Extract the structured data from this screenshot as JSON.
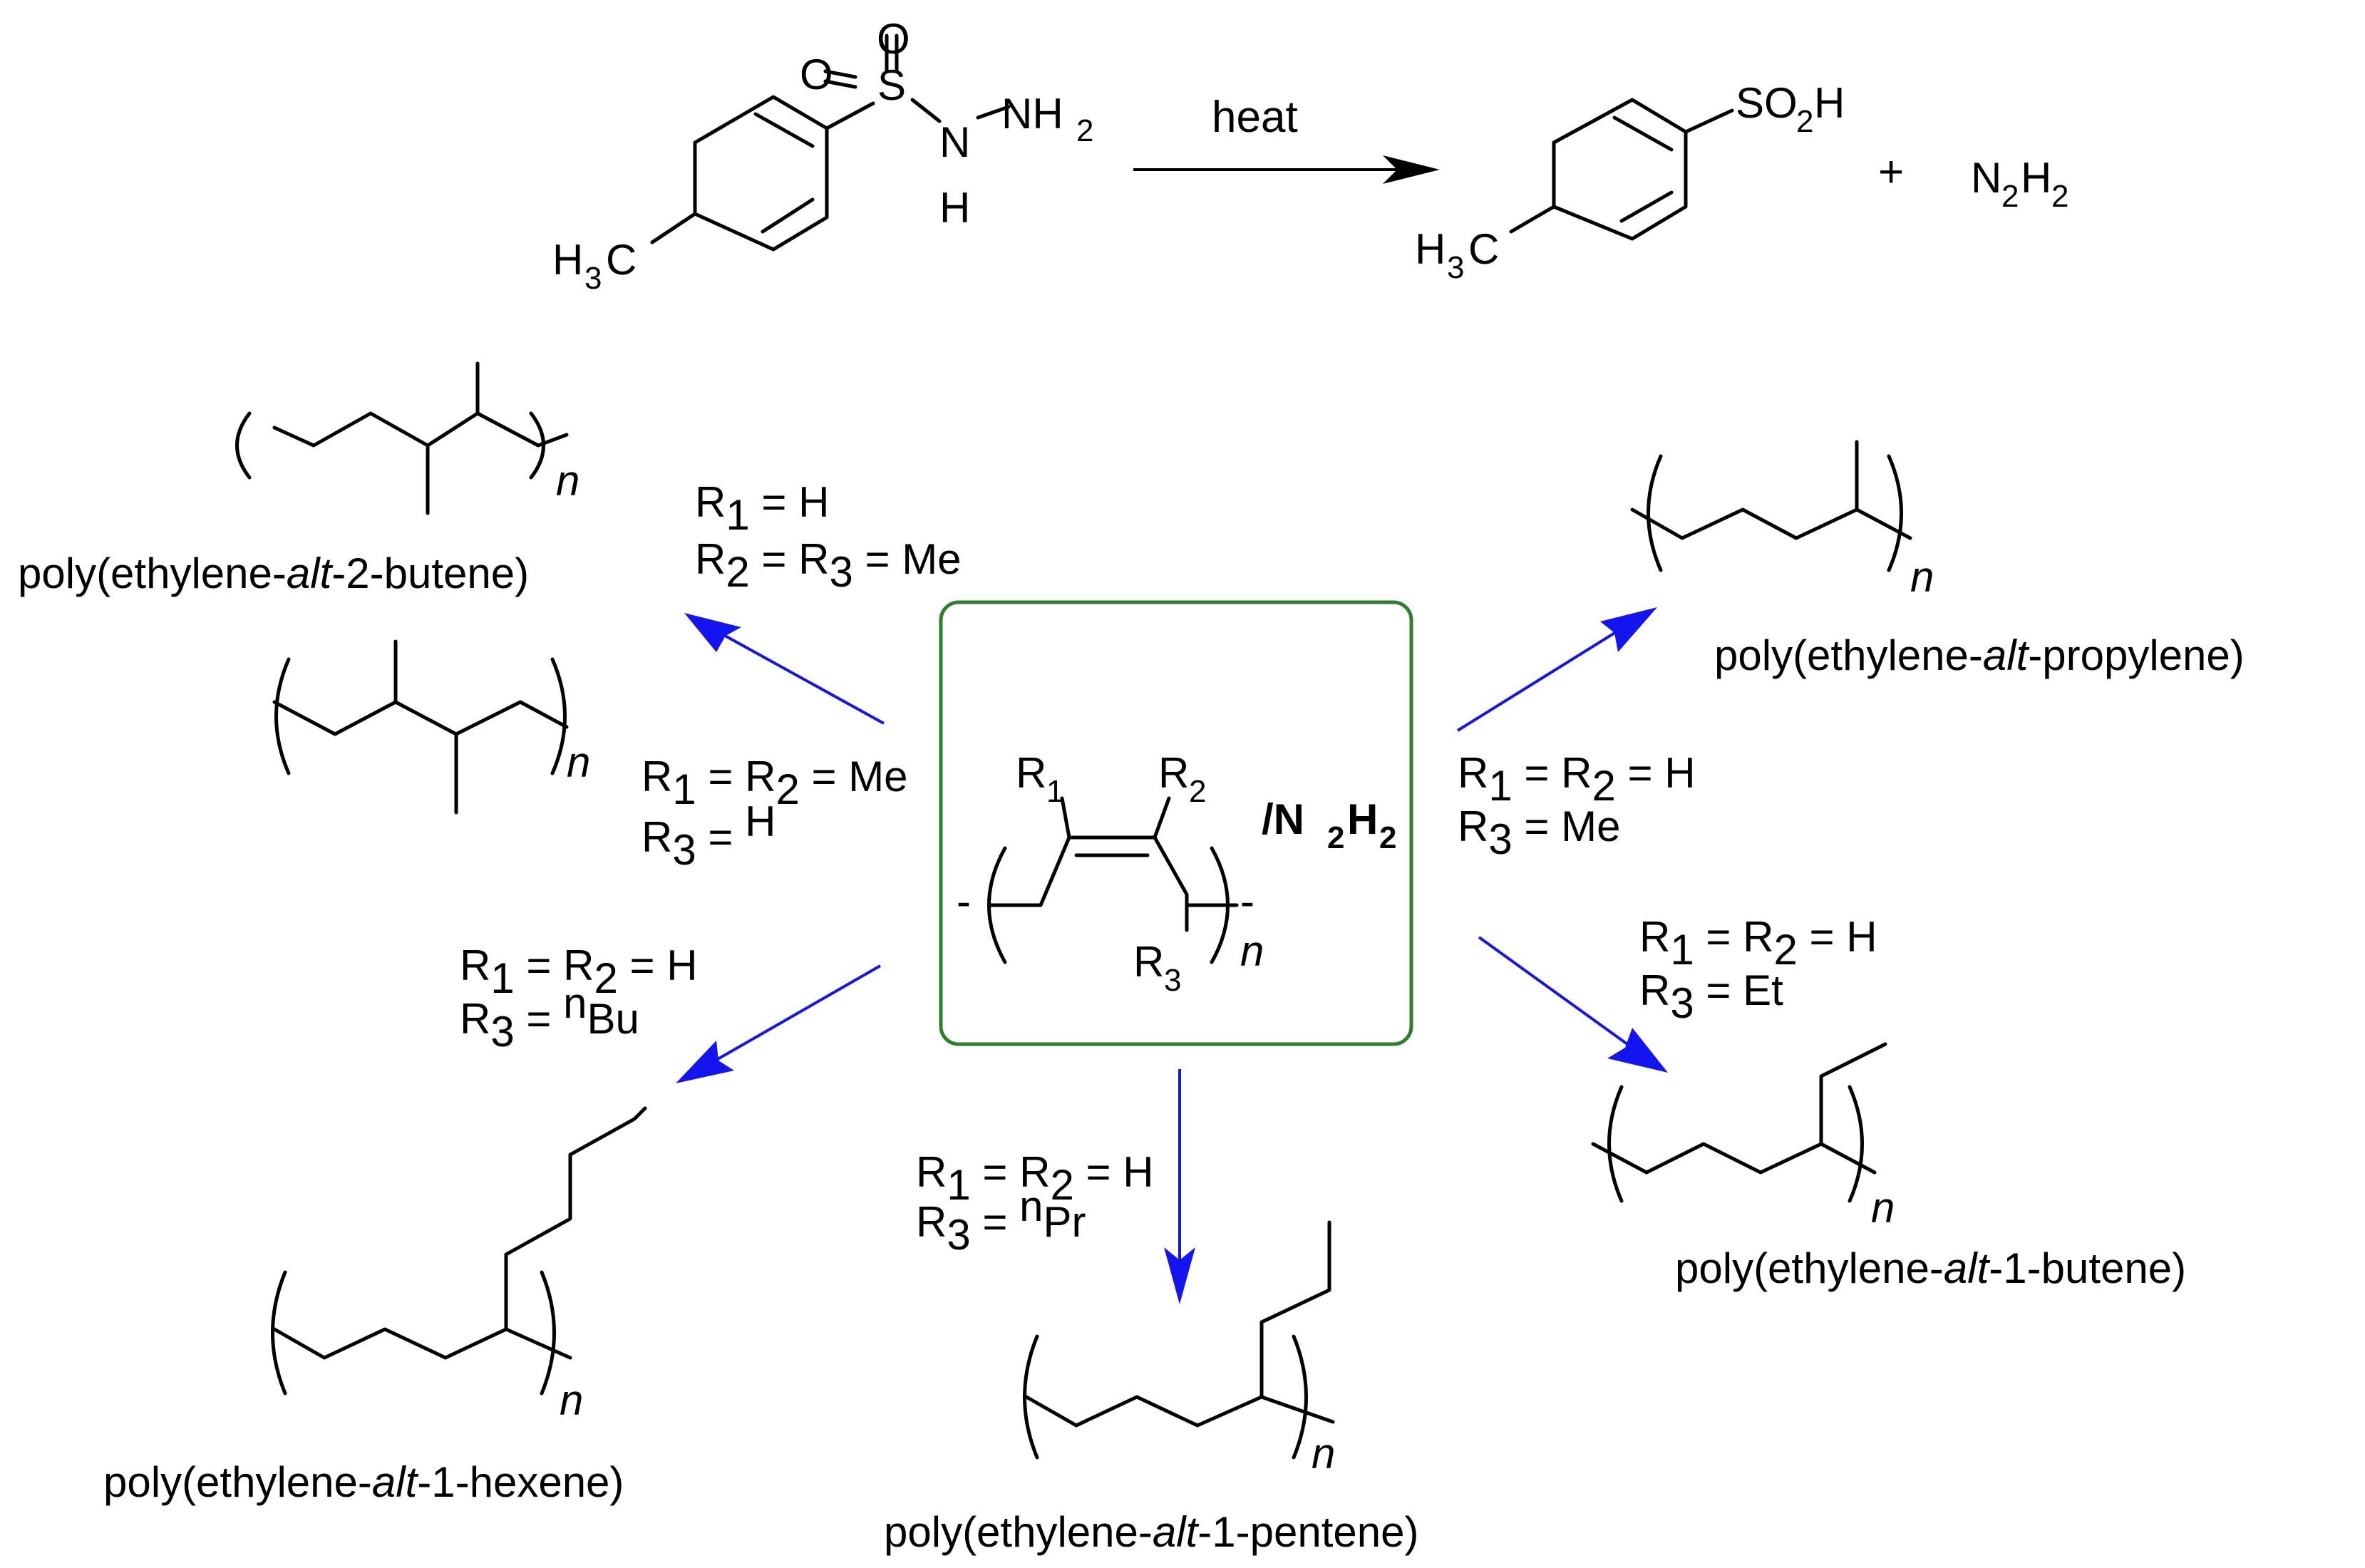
{
  "reaction": {
    "condition": "heat",
    "plus": "+",
    "reagent_sub": {
      "o_top": "O",
      "o_left": "O",
      "s": "S",
      "n": "N",
      "nh": "NH",
      "two": "2",
      "h": "H",
      "h3": "H",
      "three": "3",
      "c": "C"
    },
    "product_sub": {
      "so": "SO",
      "two": "2",
      "h": "H",
      "h3": "H",
      "three": "3",
      "c": "C"
    },
    "diimide": {
      "n": "N",
      "two": "2",
      "h": "H",
      "two_b": "2"
    }
  },
  "monomer": {
    "r1": "R",
    "r1_sub": "1",
    "r2": "R",
    "r2_sub": "2",
    "r3": "R",
    "r3_sub": "3",
    "n": "n",
    "reagent": "/N",
    "reagent_sub1": "2",
    "reagent_h": "H",
    "reagent_sub2": "2",
    "dash_left": "-",
    "dash_right": "-"
  },
  "conditions": {
    "c1_line1": [
      "R",
      "1",
      " = H"
    ],
    "c1_line2": [
      "R",
      "2",
      " = R",
      "3",
      " = Me"
    ],
    "c2_line1": [
      "R",
      "1",
      " = R",
      "2",
      " = Me"
    ],
    "c2_line2": [
      "R",
      "3",
      " = ",
      "H"
    ],
    "c3_line1": [
      "R",
      "1",
      " = R",
      "2",
      " =  H"
    ],
    "c3_line2": [
      "R",
      "3",
      " = Me"
    ],
    "c4_line1": [
      "R",
      "1",
      " = R",
      "2",
      " =  H"
    ],
    "c4_line2": [
      "R",
      "3",
      " = Et"
    ],
    "c5_line1": [
      "R",
      "1",
      " = R",
      "2",
      " = H"
    ],
    "c5_line2": [
      "R",
      "3",
      " = ",
      "n",
      "Pr"
    ],
    "c6_line1": [
      "R",
      "1",
      " = R",
      "2",
      " = H"
    ],
    "c6_line2": [
      "R",
      "3",
      " = ",
      "n",
      "Bu"
    ]
  },
  "polymers": {
    "p_2butene": {
      "prefix": "poly(ethylene-",
      "alt": "alt",
      "suffix": "-2-butene)",
      "n": "n"
    },
    "p_2butene_b": {
      "n": "n"
    },
    "p_propylene": {
      "prefix": "poly(ethylene-",
      "alt": "alt",
      "suffix": "-propylene)",
      "n": "n"
    },
    "p_1butene": {
      "prefix": "poly(ethylene-",
      "alt": "alt",
      "suffix": "-1-butene)",
      "n": "n"
    },
    "p_1pentene": {
      "prefix": "poly(ethylene-",
      "alt": "alt",
      "suffix": "-1-pentene)",
      "n": "n"
    },
    "p_1hexene": {
      "prefix": "poly(ethylene-",
      "alt": "alt",
      "suffix": "-1-hexene)",
      "n": "n"
    }
  },
  "colors": {
    "arrow": "#1414f0",
    "box": "#2f7d2f",
    "ink": "#000000"
  }
}
